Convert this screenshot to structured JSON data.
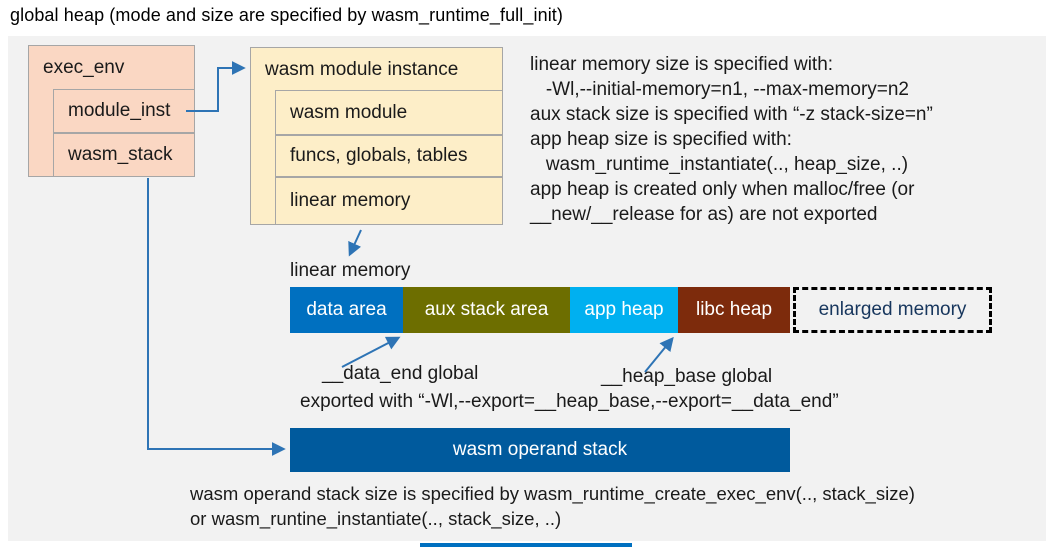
{
  "title": "global heap (mode and size are specified by wasm_runtime_full_init)",
  "exec_env": {
    "label": "exec_env",
    "children": [
      {
        "label": "module_inst"
      },
      {
        "label": "wasm_stack"
      }
    ]
  },
  "module_instance": {
    "label": "wasm module instance",
    "children": [
      {
        "label": "wasm module"
      },
      {
        "label": "funcs, globals, tables"
      },
      {
        "label": "linear memory"
      }
    ]
  },
  "notes_right": {
    "lines": [
      "linear memory size is specified with:",
      "   -Wl,--initial-memory=n1, --max-memory=n2",
      "aux stack size is specified with “-z stack-size=n”",
      "app heap size is specified with:",
      "   wasm_runtime_instantiate(.., heap_size, ..)",
      "app heap is created only when malloc/free (or",
      "__new/__release for as) are not exported"
    ]
  },
  "linear_memory": {
    "label": "linear memory",
    "segments": [
      {
        "label": "data area",
        "color": "#0070c0"
      },
      {
        "label": "aux stack area",
        "color": "#6d6e00"
      },
      {
        "label": "app heap",
        "color": "#00b0f0"
      },
      {
        "label": "libc heap",
        "color": "#7d2b0c"
      },
      {
        "label": "enlarged memory",
        "color": "transparent"
      }
    ]
  },
  "annotations": {
    "data_end": "__data_end global",
    "heap_base": "__heap_base global",
    "exported": "exported with “-Wl,--export=__heap_base,--export=__data_end”"
  },
  "operand_stack": {
    "label": "wasm operand stack",
    "color": "#005a9d"
  },
  "notes_bottom": {
    "lines": [
      "wasm operand stack size is specified by wasm_runtime_create_exec_env(.., stack_size)",
      "or wasm_runtine_instantiate(.., stack_size, ..)"
    ]
  },
  "colors": {
    "canvas_bg": "#f2f2f2",
    "struct_box_pink": "#fad7c3",
    "struct_box_cream": "#fdeec8",
    "arrow_blue": "#2e74b5",
    "enlarged_text": "#17365d",
    "footer_bar": "#0070c0"
  }
}
